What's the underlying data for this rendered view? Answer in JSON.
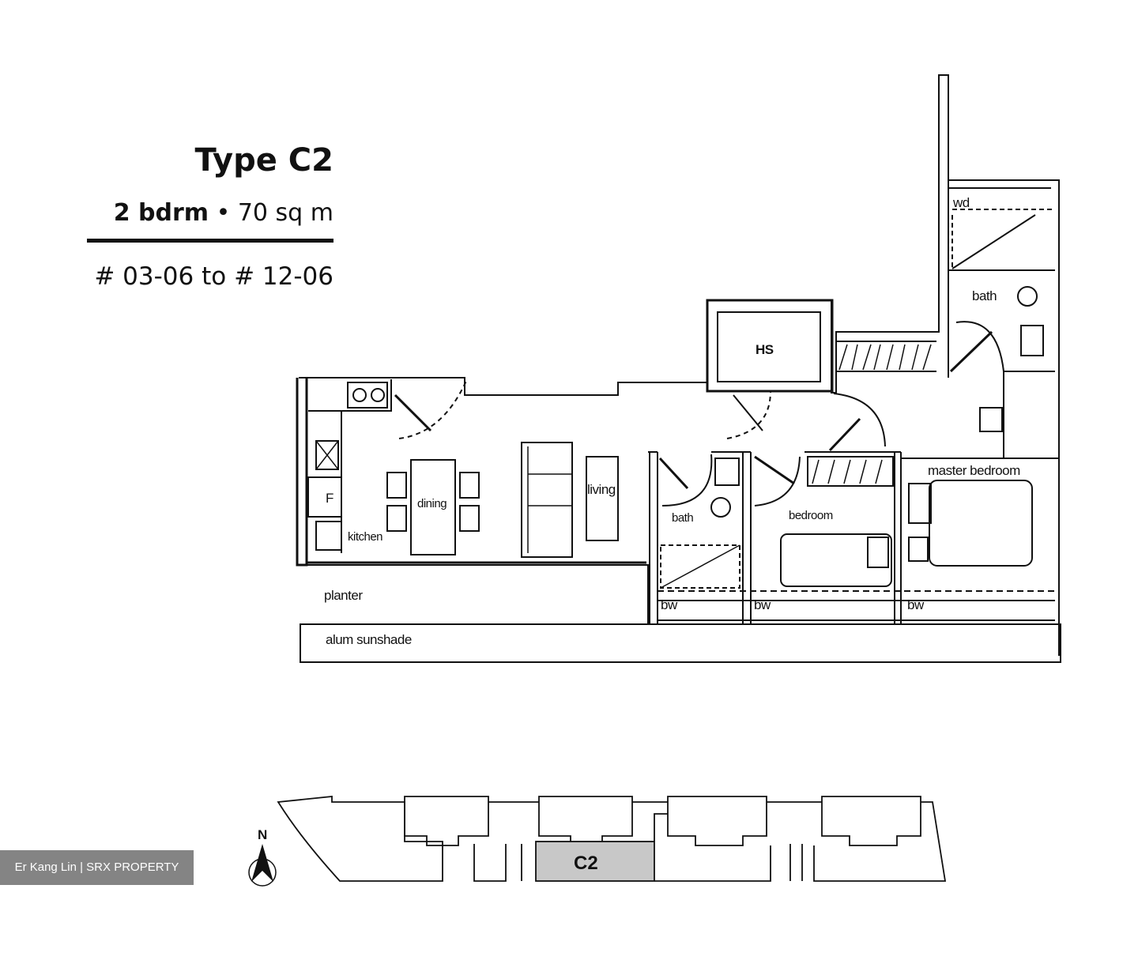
{
  "header": {
    "type_title": "Type C2",
    "bedrooms": "2 bdrm",
    "separator": "•",
    "area": "70 sq m",
    "units": "# 03-06 to # 12-06"
  },
  "plan": {
    "rooms": {
      "wd": "wd",
      "bath": "bath",
      "hs": "HS",
      "master_bedroom": "master bedroom",
      "living": "living",
      "dining": "dining",
      "kitchen": "kitchen",
      "fridge": "F",
      "bath_2": "bath",
      "bedroom": "bedroom",
      "planter": "planter",
      "bw_1": "bw",
      "bw_2": "bw",
      "bw_3": "bw",
      "sunshade": "alum sunshade"
    }
  },
  "site_plan": {
    "north_label": "N",
    "unit_label": "C2"
  },
  "watermark": "Er Kang Lin | SRX PROPERTY",
  "colors": {
    "line": "#111111",
    "highlight": "#c8c8c8",
    "watermark_bg": "#6e6e6e"
  }
}
